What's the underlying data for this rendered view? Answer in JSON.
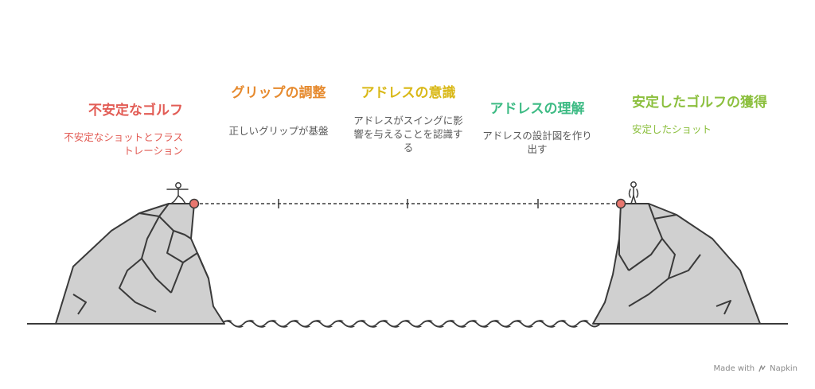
{
  "stages": [
    {
      "title": "不安定なゴルフ",
      "description": "不安定なショットとフラストレーション",
      "color": "#e25c55"
    },
    {
      "title": "グリップの調整",
      "description": "正しいグリップが基盤",
      "color": "#e68a2e"
    },
    {
      "title": "アドレスの意識",
      "description": "アドレスがスイングに影響を与えることを認識する",
      "color": "#d9b817"
    },
    {
      "title": "アドレスの理解",
      "description": "アドレスの設計図を作り出す",
      "color": "#3dbb84"
    },
    {
      "title": "安定したゴルフの獲得",
      "description": "安定したショット",
      "color": "#8bbf3d"
    }
  ],
  "footer": {
    "made_with": "Made with",
    "brand": "Napkin"
  }
}
